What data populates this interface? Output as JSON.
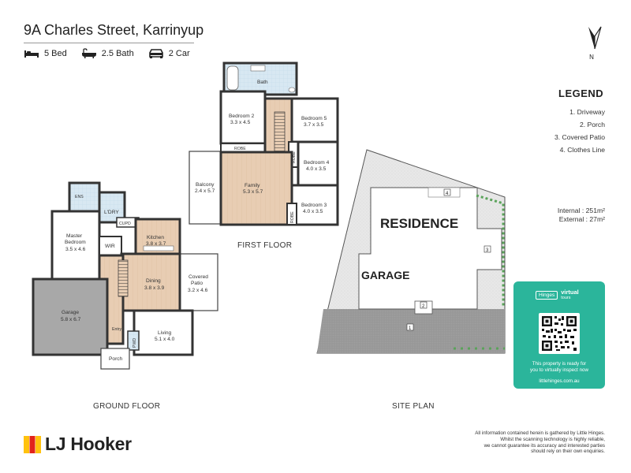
{
  "property": {
    "address": "9A Charles Street, Karrinyup",
    "beds": "5 Bed",
    "baths": "2.5 Bath",
    "cars": "2 Car"
  },
  "north_label": "N",
  "floors": {
    "ground": "GROUND FLOOR",
    "first": "FIRST FLOOR",
    "site": "SITE PLAN"
  },
  "rooms": {
    "bath_name": "Bath",
    "bed2_name": "Bedroom 2",
    "bed2_size": "3.3 x 4.5",
    "bed5_name": "Bedroom 5",
    "bed5_size": "3.7 x 3.5",
    "robe": "ROBE",
    "robe_v": "ROBE",
    "bed4_name": "Bedroom 4",
    "bed4_size": "4.0 x 3.5",
    "balcony_name": "Balcony",
    "balcony_size": "2.4 x 5.7",
    "family_name": "Family",
    "family_size": "5.3 x 5.7",
    "bed3_name": "Bedroom 3",
    "bed3_size": "4.0 x 3.5",
    "robe_small": "ROBE",
    "ens": "ENS",
    "ldry": "L'DRY",
    "cupd": "CUPD",
    "master_name": "Master",
    "master_name2": "Bedroom",
    "master_size": "3.5 x 4.6",
    "wir": "WIR",
    "kitchen_name": "Kitchen",
    "kitchen_size": "3.8 x 3.7",
    "patio_name": "Covered",
    "patio_name2": "Patio",
    "patio_size": "3.2 x 4.6",
    "dining_name": "Dining",
    "dining_size": "3.8 x 3.9",
    "garage_name": "Garage",
    "garage_size": "5.8 x 6.7",
    "entry": "Entry",
    "living_name": "Living",
    "living_size": "5.1 x 4.0",
    "porch": "Porch",
    "pwd": "PWD"
  },
  "site": {
    "residence": "RESIDENCE",
    "garage": "GARAGE",
    "markers": [
      "1",
      "2",
      "3",
      "4"
    ]
  },
  "legend": {
    "title": "LEGEND",
    "items": [
      "1. Driveway",
      "2. Porch",
      "3. Covered Patio",
      "4. Clothes Line"
    ]
  },
  "areas": {
    "internal": "Internal : 251m²",
    "external": "External :  27m²"
  },
  "virtual_tour": {
    "brand_a": "Hinges",
    "brand_b": "virtual",
    "brand_c": "tours",
    "line1": "This property is ready for",
    "line2": "you to virtually inspect now",
    "url": "littlehinges.com.au"
  },
  "agency": "LJ Hooker",
  "disclaimer": [
    "All information contained herein is gathered by Little Hinges.",
    "Whilst the scanning technology is highly reliable,",
    "we cannot guarantee its accuracy and interested parties",
    "should rely on their own enquiries."
  ],
  "colors": {
    "wood_floor": "#e8cdb3",
    "wet_area": "#d8e8f2",
    "garage_floor": "#a8a8a8",
    "driveway": "#9a9a9a",
    "lawn": "#e3e3e3",
    "hedge": "#5aa35a",
    "tour_green": "#2bb59b",
    "brand_yellow": "#ffc20e",
    "brand_red": "#e2231a"
  }
}
